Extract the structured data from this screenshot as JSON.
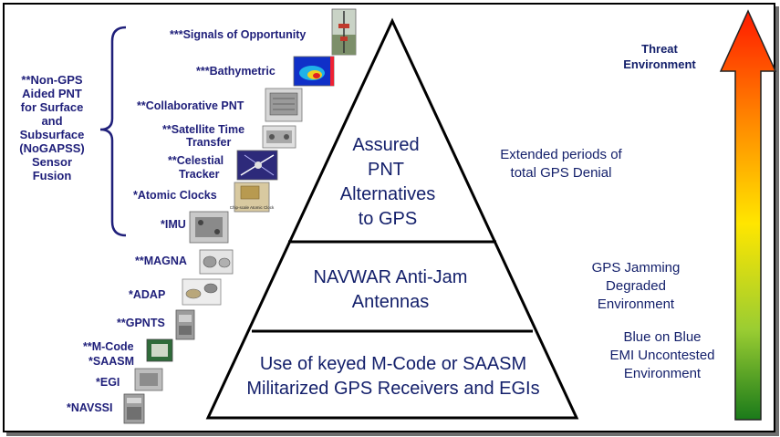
{
  "pyramid": {
    "top": [
      "Assured",
      "PNT",
      "Alternatives",
      "to GPS"
    ],
    "middle": [
      "NAVWAR Anti-Jam",
      "Antennas"
    ],
    "bottom": [
      "Use of keyed M-Code or SAASM",
      "Militarized GPS Receivers and EGIs"
    ]
  },
  "environments": {
    "top": [
      "Extended periods of",
      "total GPS Denial"
    ],
    "middle": [
      "GPS Jamming",
      "Degraded",
      "Environment"
    ],
    "bottom": [
      "Blue on Blue",
      "EMI Uncontested",
      "Environment"
    ]
  },
  "threat": {
    "label": [
      "Threat",
      "Environment"
    ],
    "gradient": [
      "#ff1a00",
      "#ff8c00",
      "#ffe600",
      "#9acd32",
      "#1a7a1a"
    ]
  },
  "brace_label": [
    "**Non-GPS",
    "Aided PNT",
    "for Surface",
    "and",
    "Subsurface",
    "(NoGAPSS)",
    "Sensor",
    "Fusion"
  ],
  "technologies": {
    "signals": "***Signals of Opportunity",
    "bathymetric": "***Bathymetric",
    "collaborative": "**Collaborative PNT",
    "sat_time": [
      "**Satellite Time",
      "Transfer"
    ],
    "celestial": [
      "**Celestial",
      "Tracker"
    ],
    "atomic": "*Atomic Clocks",
    "atomic_thumb_caption": "Chip-scale Atomic Clock",
    "imu": "*IMU",
    "magna": "**MAGNA",
    "adap": "*ADAP",
    "gpnts": "**GPNTS",
    "mcode": "**M-Code",
    "saasm": "*SAASM",
    "egi": "*EGI",
    "navssi": "*NAVSSI"
  },
  "colors": {
    "text": "#1f1f7a",
    "pyramid_stroke": "#000000"
  }
}
